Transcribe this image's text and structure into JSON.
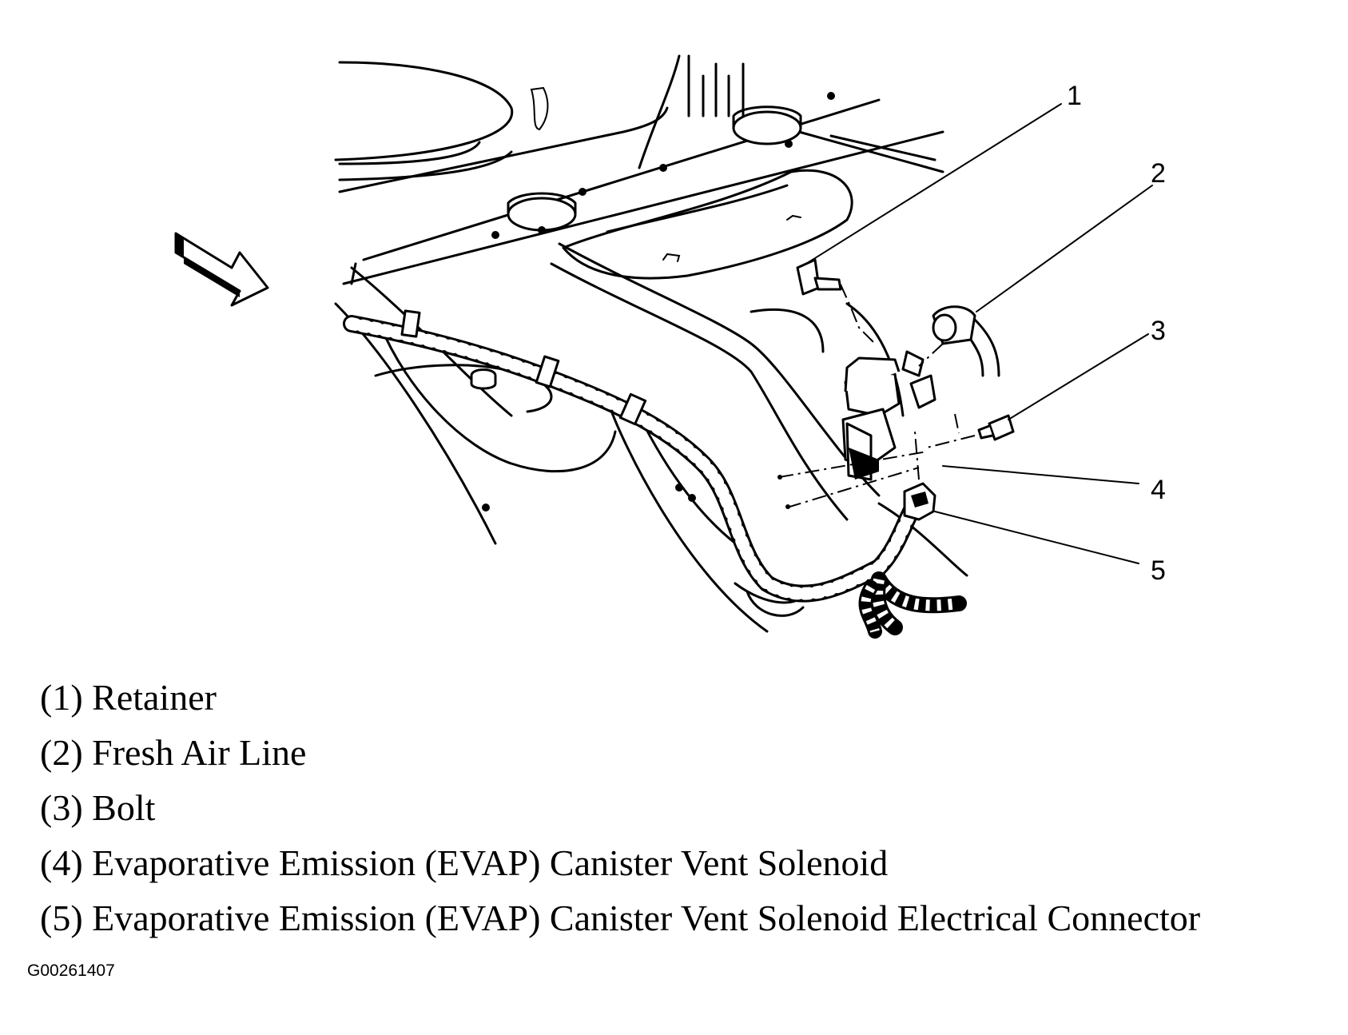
{
  "callouts": [
    "1",
    "2",
    "3",
    "4",
    "5"
  ],
  "legend": [
    "(1) Retainer",
    "(2) Fresh Air Line",
    "(3) Bolt",
    "(4) Evaporative Emission (EVAP) Canister Vent Solenoid",
    "(5) Evaporative Emission (EVAP) Canister Vent Solenoid Electrical Connector"
  ],
  "figure_id": "G00261407"
}
